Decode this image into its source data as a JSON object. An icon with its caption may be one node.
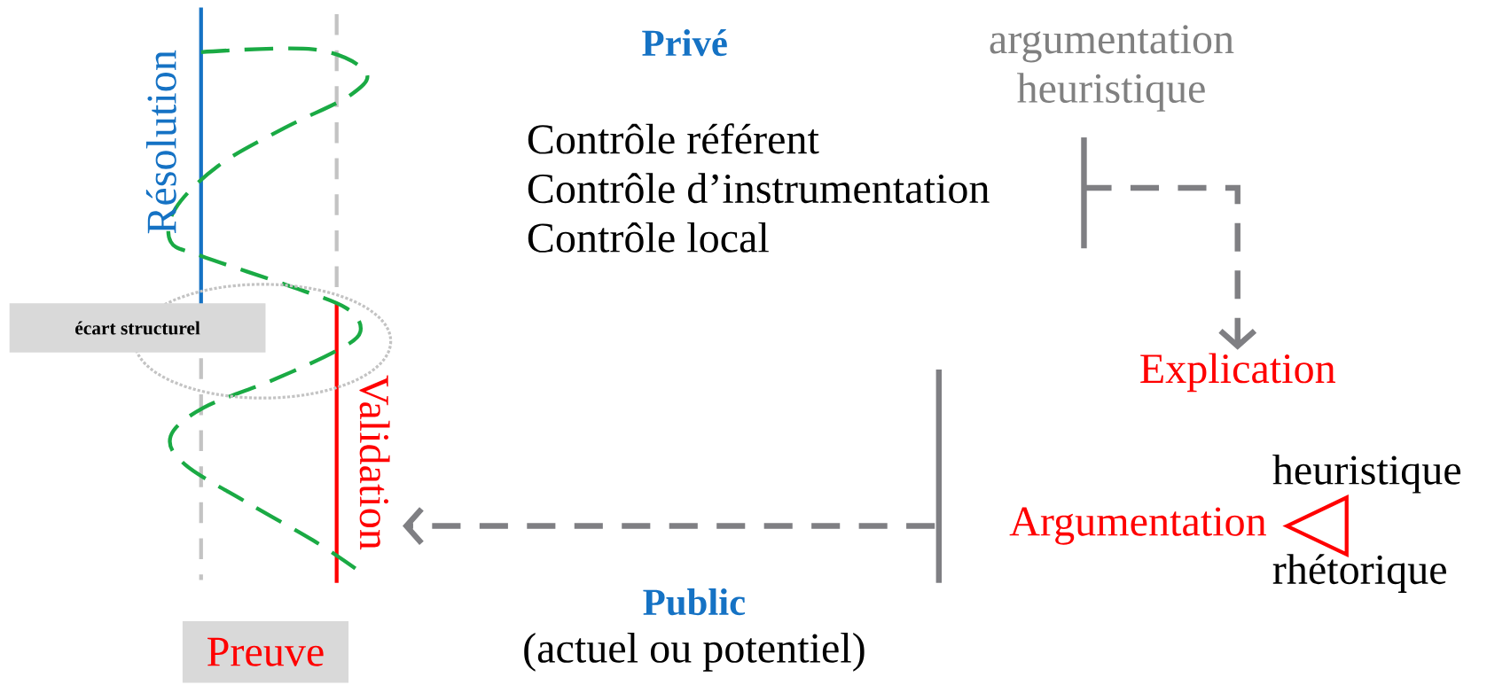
{
  "diagram": {
    "nodes": [
      {
        "text": [
          "écart structurel"
        ]
      },
      {
        "text": [
          "Preuve"
        ]
      },
      {
        "text": [
          "Validation"
        ]
      },
      {
        "text": [
          "Contrôle référent",
          "Contrôle d’instrumentation",
          "Contrôle local"
        ]
      },
      {
        "text": [
          "Explication"
        ]
      },
      {
        "text": [
          "Argumentation"
        ]
      }
    ],
    "edges": [
      {
        "from": 3,
        "to": 4,
        "arrow": "to",
        "style": "dashed"
      },
      {
        "from": 5,
        "to": 2,
        "arrow": "to",
        "style": "dashed"
      }
    ],
    "labels": [
      "Résolution",
      "Privé",
      "argumentation heuristique",
      "heuristique",
      "rhétorique",
      "Public",
      "(actuel ou potentiel)"
    ]
  }
}
